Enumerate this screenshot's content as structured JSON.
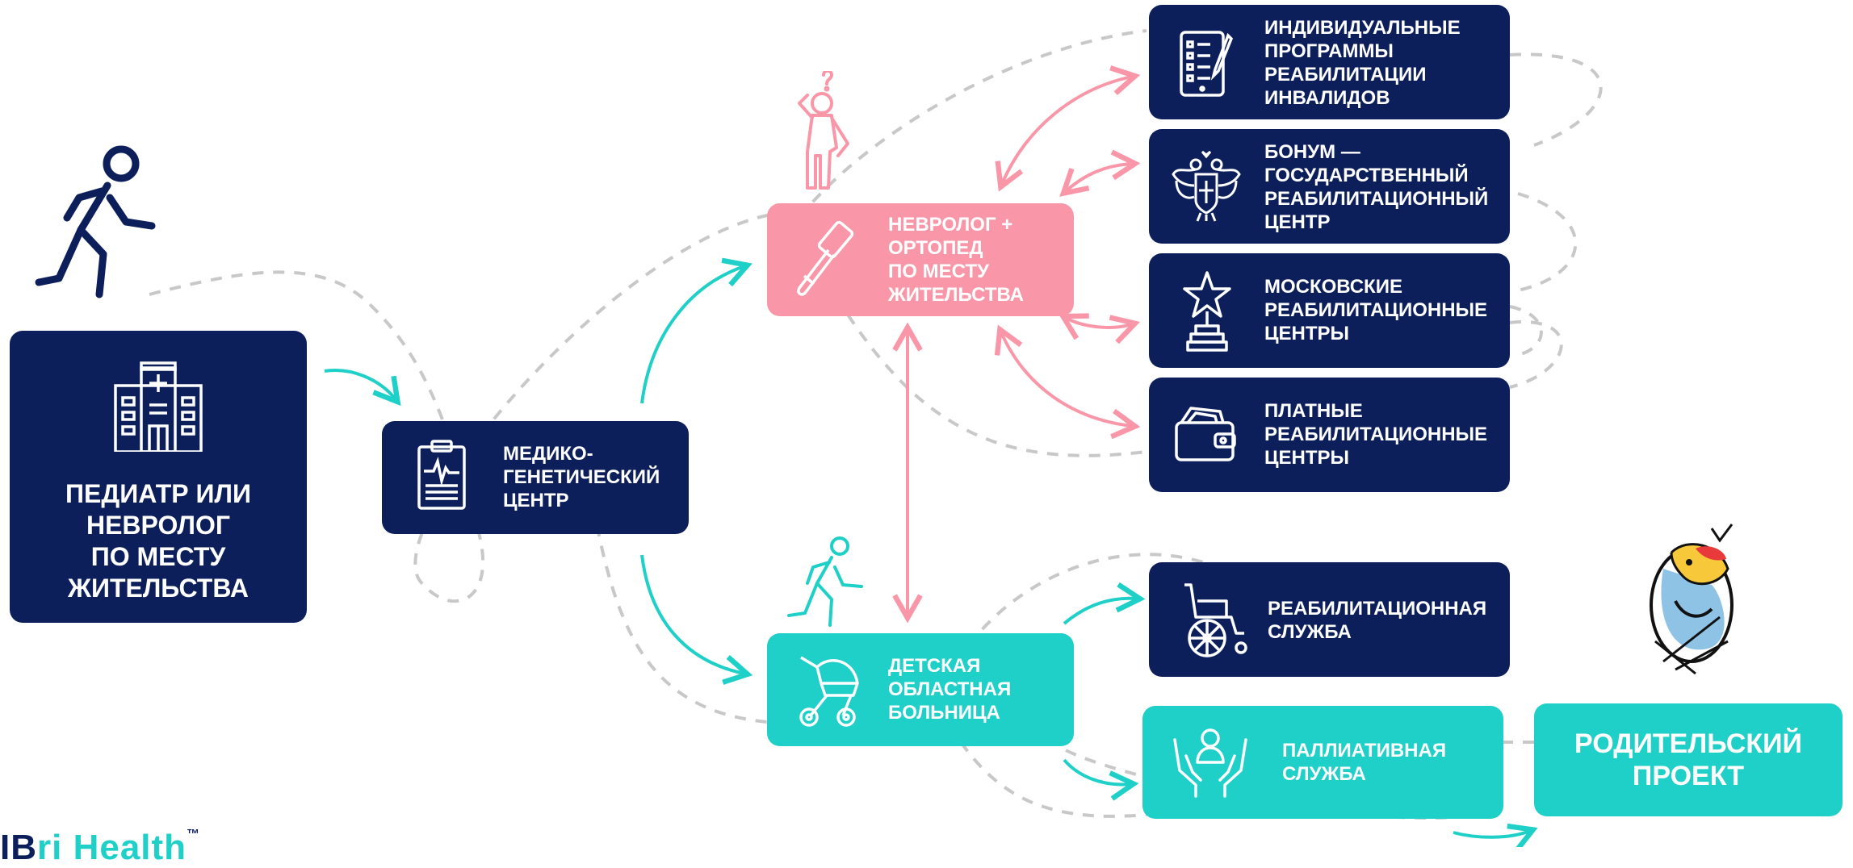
{
  "nodes": {
    "pediatrician": "ПЕДИАТР ИЛИ\nНЕВРОЛОГ\nПО МЕСТУ\nЖИТЕЛЬСТВА",
    "genetic_center": "МЕДИКО-\nГЕНЕТИЧЕСКИЙ\nЦЕНТР",
    "neurologist_orthopedist": "НЕВРОЛОГ +\nОРТОПЕД\nПО МЕСТУ\nЖИТЕЛЬСТВА",
    "childrens_hospital": "ДЕТСКАЯ\nОБЛАСТНАЯ\nБОЛЬНИЦА",
    "individual_programs": "ИНДИВИДУАЛЬНЫЕ\nПРОГРАММЫ\nРЕАБИЛИТАЦИИ\nИНВАЛИДОВ",
    "bonum": "БОНУМ —\nГОСУДАРСТВЕННЫЙ\nРЕАБИЛИТАЦИОННЫЙ\nЦЕНТР",
    "moscow_centers": "МОСКОВСКИЕ\nРЕАБИЛИТАЦИОННЫЕ\nЦЕНТРЫ",
    "paid_centers": "ПЛАТНЫЕ\nРЕАБИЛИТАЦИОННЫЕ\nЦЕНТРЫ",
    "rehab_service": "РЕАБИЛИТАЦИОННАЯ\nСЛУЖБА",
    "palliative_service": "ПАЛЛИАТИВНАЯ\nСЛУЖБА",
    "parent_project": "РОДИТЕЛЬСКИЙ\nПРОЕКТ"
  },
  "icons": {
    "pediatrician": "hospital-building-icon",
    "genetic_center": "clipboard-cardiogram-icon",
    "neurologist_orthopedist": "reflex-hammer-icon",
    "childrens_hospital": "baby-stroller-icon",
    "individual_programs": "tablet-checklist-icon",
    "bonum": "double-headed-eagle-icon",
    "moscow_centers": "star-trophy-icon",
    "paid_centers": "wallet-icon",
    "rehab_service": "wheelchair-icon",
    "palliative_service": "caring-hands-icon",
    "walker": "walking-person-icon",
    "confused": "confused-person-icon",
    "walker_small": "walking-person-icon",
    "bird": "bird-in-egg-icon"
  },
  "logo": {
    "part1": "IB",
    "part2": "ri Health",
    "tm": "™"
  },
  "colors": {
    "navy": "#0c1f5b",
    "pink": "#f997a8",
    "teal": "#1ed0c8",
    "dashed": "#c8c8c8"
  }
}
